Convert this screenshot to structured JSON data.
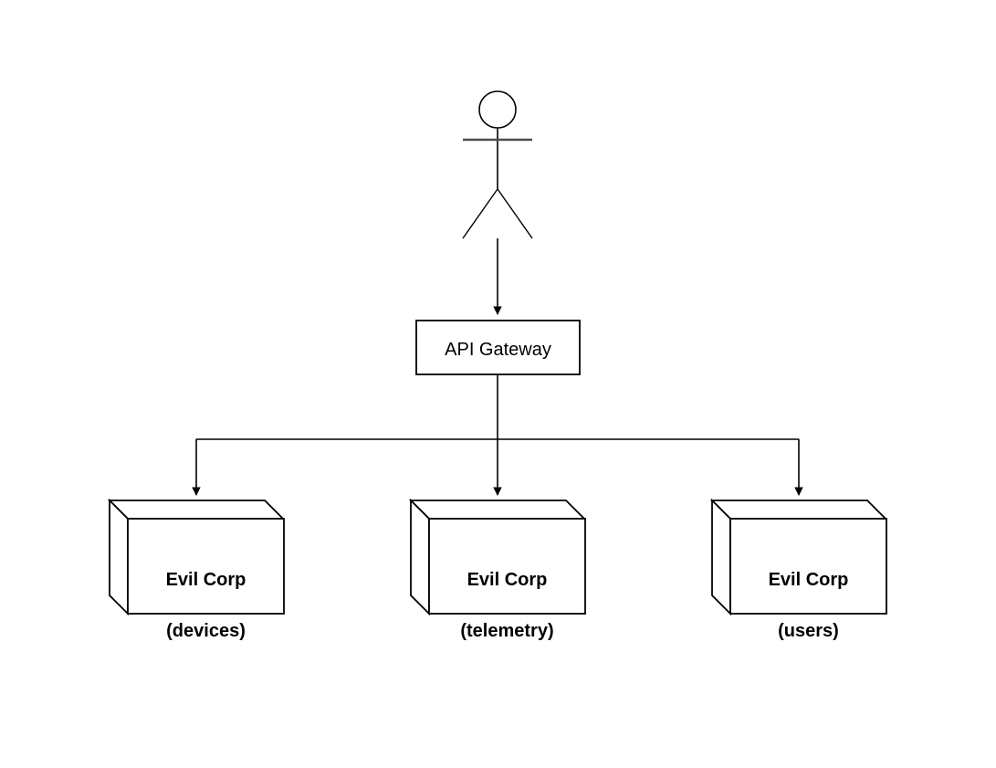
{
  "diagram": {
    "type": "architecture-diagram",
    "background_color": "#ffffff",
    "stroke_color": "#000000",
    "actor": {
      "icon": "stick-figure-actor-icon",
      "label": "",
      "arm_color": "#4d4d4d"
    },
    "gateway": {
      "label": "API Gateway",
      "shape": "rectangle",
      "fill": "#ffffff",
      "stroke": "#000000"
    },
    "services": [
      {
        "line1": "Evil Corp",
        "line2": "(devices)",
        "shape": "3d-box",
        "fill": "#ffffff",
        "stroke": "#000000"
      },
      {
        "line1": "Evil Corp",
        "line2": "(telemetry)",
        "shape": "3d-box",
        "fill": "#ffffff",
        "stroke": "#000000"
      },
      {
        "line1": "Evil Corp",
        "line2": "(users)",
        "shape": "3d-box",
        "fill": "#ffffff",
        "stroke": "#000000"
      }
    ],
    "connectors": [
      {
        "name": "actor-to-gateway",
        "from": "actor",
        "to": "gateway",
        "arrow": "down"
      },
      {
        "name": "gateway-to-devices",
        "from": "gateway",
        "to": "Evil Corp (devices)",
        "arrow": "down"
      },
      {
        "name": "gateway-to-telemetry",
        "from": "gateway",
        "to": "Evil Corp (telemetry)",
        "arrow": "down"
      },
      {
        "name": "gateway-to-users",
        "from": "gateway",
        "to": "Evil Corp (users)",
        "arrow": "down"
      }
    ]
  }
}
